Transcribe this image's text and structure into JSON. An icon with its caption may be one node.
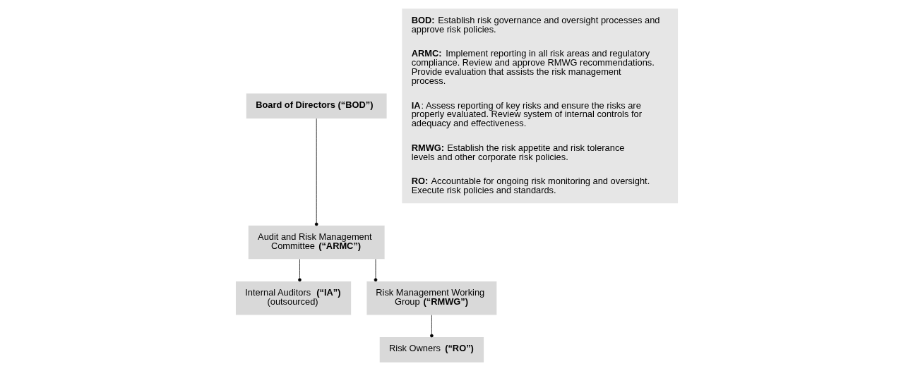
{
  "diagram": {
    "nodes": [
      {
        "text": [
          "Board of Directors (“BOD”)"
        ]
      },
      {
        "text": [
          "Audit and Risk Management Committee **(“ARMC”)**"
        ]
      },
      {
        "text": [
          "Internal Auditors **(“IA”)** (outsourced)"
        ]
      },
      {
        "text": [
          "Risk Management Working Group **(“RMWG”)**"
        ]
      },
      {
        "text": [
          "Risk Owners **(“RO”)**"
        ]
      },
      {
        "text": [
          "**BOD:** Establish risk governance and oversight processes and approve risk policies.",
          "**ARMC:** Implement reporting in all risk areas and regulatory compliance. Review and approve RMWG recommendations. Provide evaluation that assists the risk management process.",
          "**IA**: Assess reporting of key risks and ensure the risks are properly evaluated. Review system of internal controls for adequacy and effectiveness.",
          "**RMWG:** Establish the risk appetite and risk tolerance levels and other corporate risk policies.",
          "**RO:** Accountable for ongoing risk monitoring and oversight. Execute risk policies and standards."
        ]
      }
    ],
    "edges": [
      {
        "from": 0,
        "to": 1,
        "arrow": "other"
      },
      {
        "from": 1,
        "to": 2,
        "arrow": "other"
      },
      {
        "from": 1,
        "to": 3,
        "arrow": "other"
      },
      {
        "from": 3,
        "to": 4,
        "arrow": "other"
      }
    ]
  }
}
